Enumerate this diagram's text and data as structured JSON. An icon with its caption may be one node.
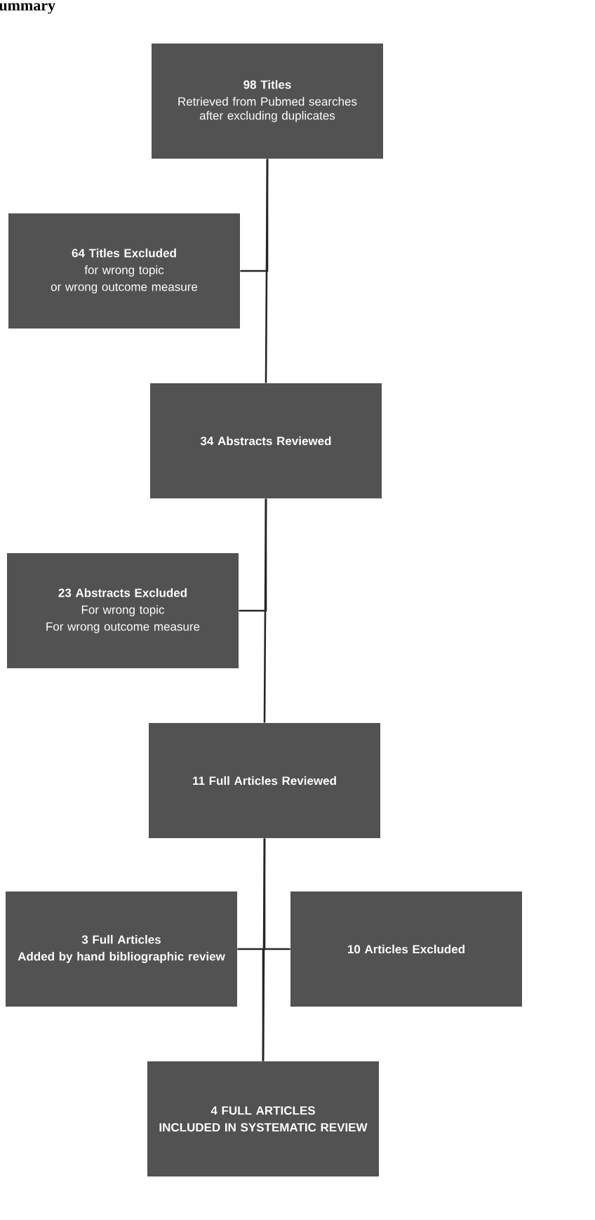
{
  "diagram": {
    "title": "ummary",
    "nodes": [
      {
        "text": [
          "98 Titles",
          "Retrieved from Pubmed searches after excluding duplicates"
        ]
      },
      {
        "text": [
          "64 Titles Excluded",
          "for wrong topic",
          "or wrong outcome measure"
        ]
      },
      {
        "text": [
          "34 Abstracts Reviewed"
        ]
      },
      {
        "text": [
          "23 Abstracts Excluded",
          "For wrong topic",
          "For wrong outcome measure"
        ]
      },
      {
        "text": [
          "11 Full Articles Reviewed"
        ]
      },
      {
        "text": [
          "3 Full Articles",
          "Added by hand bibliographic review"
        ]
      },
      {
        "text": [
          "10 Articles Excluded"
        ]
      },
      {
        "text": [
          "4 FULL ARTICLES",
          "INCLUDED IN SYSTEMATIC REVIEW"
        ]
      }
    ],
    "edges": [
      {
        "from": 0,
        "to": 2,
        "arrow": "none"
      },
      {
        "from": 0,
        "to": 1,
        "arrow": "none"
      },
      {
        "from": 2,
        "to": 4,
        "arrow": "none"
      },
      {
        "from": 2,
        "to": 3,
        "arrow": "none"
      },
      {
        "from": 4,
        "to": 7,
        "arrow": "none"
      },
      {
        "from": 5,
        "to": 7,
        "arrow": "none"
      },
      {
        "from": 4,
        "to": 6,
        "arrow": "none"
      }
    ]
  }
}
